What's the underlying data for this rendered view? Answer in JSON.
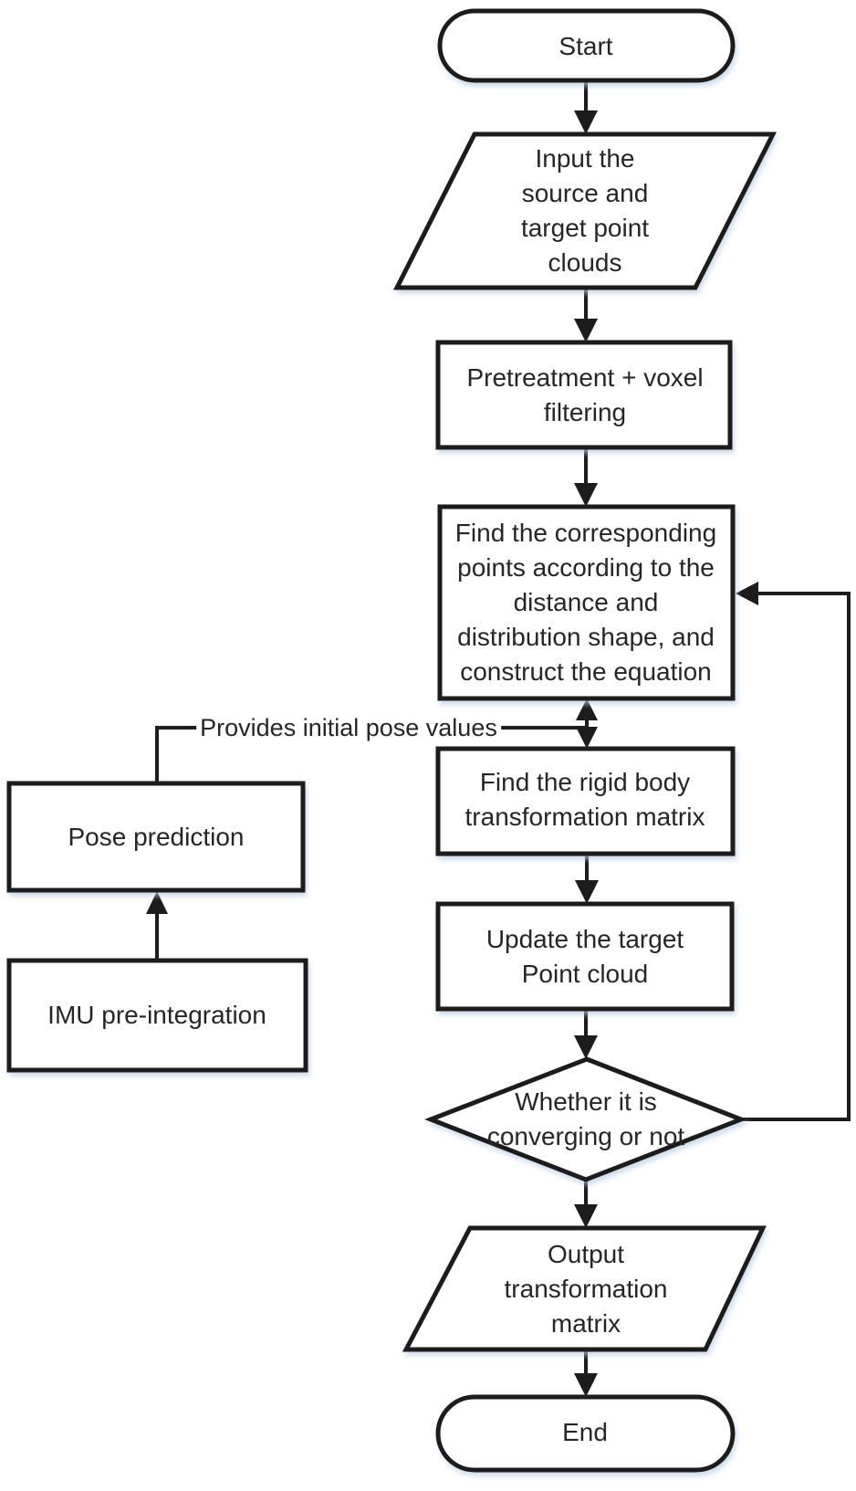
{
  "figure": {
    "type": "flowchart",
    "background": "#ffffff"
  },
  "colors": {
    "line": "#1c1c1c",
    "text": "#262626",
    "shape_fill": "#ffffff",
    "shadow_halo": "#c9d9ec"
  },
  "nodes": {
    "start": {
      "type": "terminator",
      "label": "Start"
    },
    "input_clouds": {
      "type": "input-output",
      "label": "Input the\nsource and\ntarget point\nclouds"
    },
    "pretreatment": {
      "type": "process",
      "label": "Pretreatment + voxel\nfiltering"
    },
    "find_corresponding": {
      "type": "process",
      "label": "Find the corresponding\npoints according to the\ndistance and\ndistribution shape, and\nconstruct the equation"
    },
    "pose_prediction": {
      "type": "process",
      "label": "Pose prediction"
    },
    "imu_preintegration": {
      "type": "process",
      "label": "IMU pre-integration"
    },
    "find_rigid_body": {
      "type": "process",
      "label": "Find the rigid body\ntransformation matrix"
    },
    "update_target": {
      "type": "process",
      "label": "Update the target\nPoint cloud"
    },
    "converging_decision": {
      "type": "decision",
      "label": "Whether it is\nconverging or not"
    },
    "output_matrix": {
      "type": "input-output",
      "label": "Output\ntransformation\nmatrix"
    },
    "end": {
      "type": "terminator",
      "label": "End"
    }
  },
  "edge_labels": {
    "provides_initial_pose": "Provides initial pose values"
  }
}
